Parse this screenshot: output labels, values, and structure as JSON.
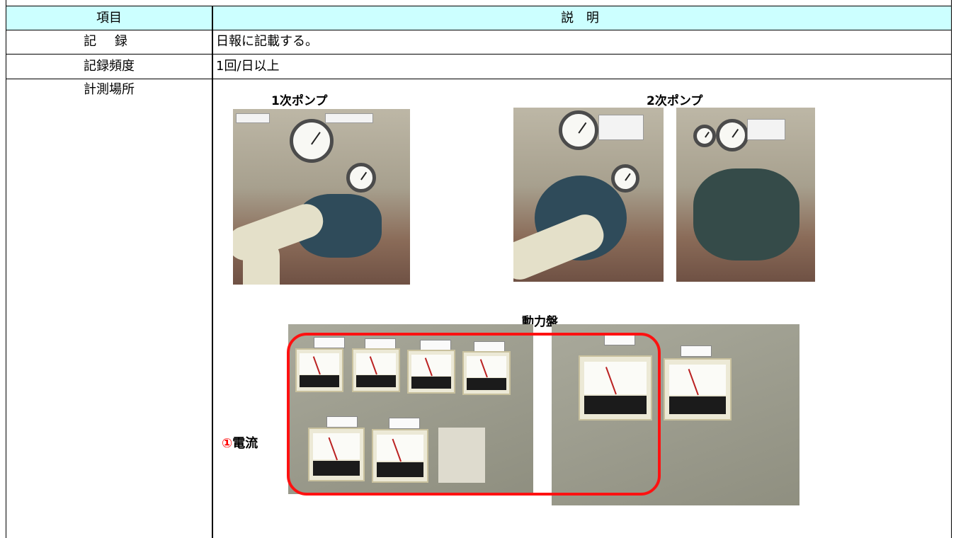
{
  "table": {
    "header": {
      "item": "項目",
      "description": "説 明"
    },
    "rows": [
      {
        "item": "記 録",
        "description": "日報に記載する。"
      },
      {
        "item": "記録頻度",
        "description": "1回/日以上"
      },
      {
        "item": "計測場所",
        "description": ""
      }
    ]
  },
  "figures": {
    "primary_pump_caption": "1次ポンプ",
    "secondary_pump_caption": "2次ポンプ",
    "power_panel_caption": "動力盤",
    "current_marker": "①",
    "current_label": "電流"
  }
}
